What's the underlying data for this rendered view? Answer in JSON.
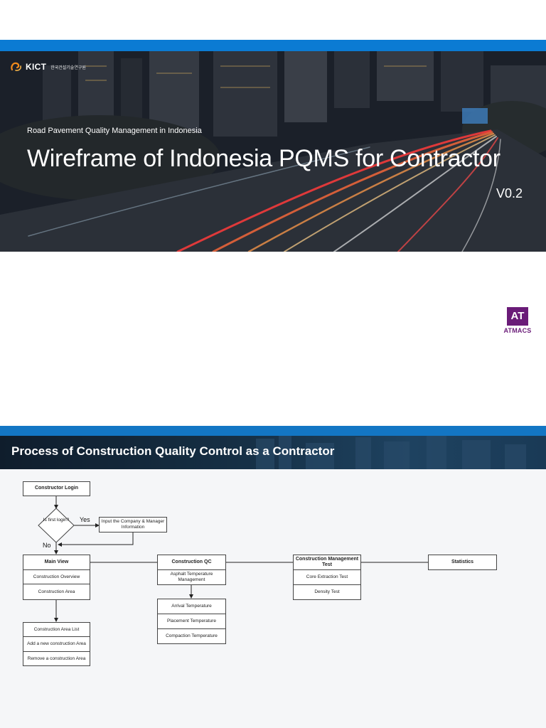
{
  "slide1": {
    "logo_text": "KICT",
    "logo_subtext": "한국건설기술연구원",
    "subtitle": "Road Pavement Quality Management in Indonesia",
    "title": "Wireframe of Indonesia PQMS for Contractor",
    "version": "V0.2",
    "partner_logo_mark": "AT",
    "partner_logo_text": "ATMACS",
    "colors": {
      "top_bar": "#0b7bd3",
      "partner": "#6a1b78"
    }
  },
  "slide2": {
    "title": "Process of Construction Quality Control as a Contractor",
    "flow": {
      "login": "Constructor Login",
      "decision": "Is first login?",
      "yes_label": "Yes",
      "no_label": "No",
      "input_info": "Input the Company & Manager Information",
      "main_view": {
        "head": "Main View",
        "items": [
          "Construction Overview",
          "Construction Area"
        ]
      },
      "area_items": [
        "Construction Area List",
        "Add a new construction Area",
        "Remove a construction Area"
      ],
      "construction_qc": {
        "head": "Construction QC",
        "items": [
          "Asphalt Temperature Management"
        ]
      },
      "temperature_items": [
        "Arrival Temperature",
        "Placement Temperature",
        "Compaction Temperature"
      ],
      "management_test": {
        "head": "Construction Management Test",
        "items": [
          "Core Extraction Test",
          "Density Test"
        ]
      },
      "statistics": "Statistics"
    }
  }
}
